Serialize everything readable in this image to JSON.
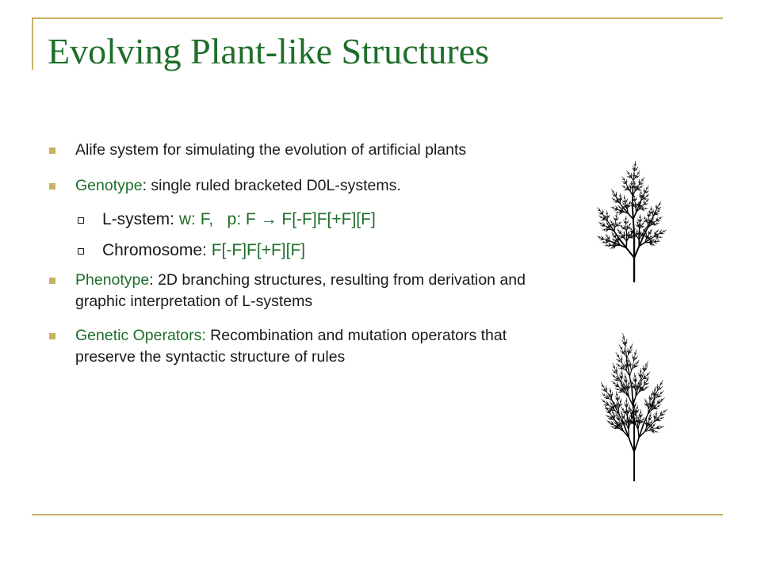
{
  "slide": {
    "title": "Evolving Plant-like Structures",
    "accent_color": "#c9b264",
    "highlight_color": "#1e6e2a",
    "bullets": [
      {
        "text": "Alife system for simulating the evolution of artificial plants"
      },
      {
        "label": "Genotype",
        "rest": ": single ruled bracketed D0L-systems."
      },
      {
        "a": "L-system: ",
        "b": "w: F,   p: F → F[-F]F[+F][F]"
      },
      {
        "a": "Chromosome: ",
        "b": "F[-F]F[+F][F]"
      },
      {
        "label": "Phenotype",
        "rest": ": 2D branching structures, resulting from derivation and graphic interpretation of L-systems"
      },
      {
        "label": "Genetic Operators:",
        "rest": " Recombination and mutation operators that preserve the syntactic structure of rules"
      }
    ]
  },
  "images": {
    "plant_top_icon": "branching-plant-silhouette",
    "plant_bottom_icon": "branching-plant-silhouette"
  }
}
